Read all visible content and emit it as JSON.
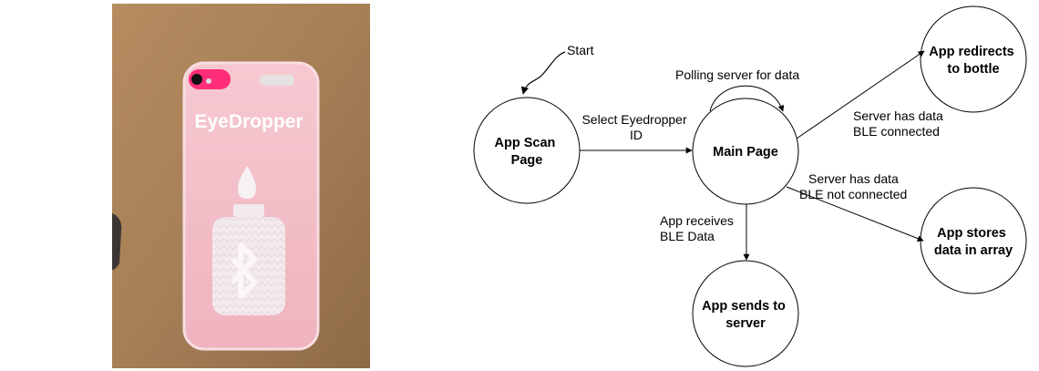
{
  "photo": {
    "case_text": "EyeDropper",
    "description_icons": [
      "drop-icon",
      "bottle-icon",
      "bluetooth-icon"
    ]
  },
  "diagram": {
    "start_label": "Start",
    "nodes": {
      "scan": [
        "App Scan",
        "Page"
      ],
      "main": [
        "Main Page"
      ],
      "redirect": [
        "App redirects",
        "to bottle"
      ],
      "store": [
        "App stores",
        "data in array"
      ],
      "send": [
        "App sends to",
        "server"
      ]
    },
    "edges": {
      "select": [
        "Select Eyedropper",
        "ID"
      ],
      "polling": [
        "Polling server for data"
      ],
      "has_connected": [
        "Server has data",
        "BLE connected"
      ],
      "has_not_connected": [
        "Server has data",
        "BLE not connected"
      ],
      "receives": [
        "App receives",
        "BLE Data"
      ]
    }
  },
  "colors": {
    "desk": "#a57f56",
    "case": "#f2b9c4",
    "phone_pink": "#ff2d7a",
    "line": "#000000"
  }
}
